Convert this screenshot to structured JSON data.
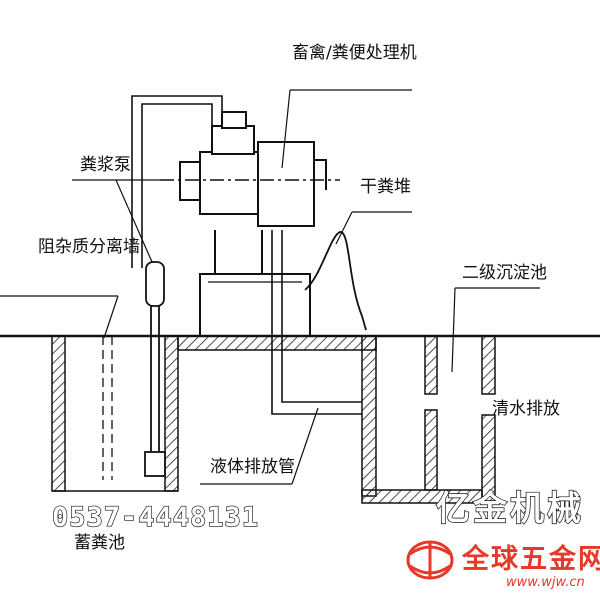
{
  "labels": {
    "processor": "畜禽/粪便处理机",
    "pump": "粪浆泵",
    "dry_manure": "干粪堆",
    "wall": "阻杂质分离墙",
    "sed_tank": "二级沉淀池",
    "clear_water": "清水排放",
    "liquid_pipe": "液体排放管",
    "manure_pit": "蓄粪池"
  },
  "contact": {
    "phone": "0537-4448131"
  },
  "brand": {
    "name": "亿金机械"
  },
  "watermark": {
    "name": "全球五金网",
    "url": "www.wjw.cn",
    "color": "#e8382a"
  }
}
